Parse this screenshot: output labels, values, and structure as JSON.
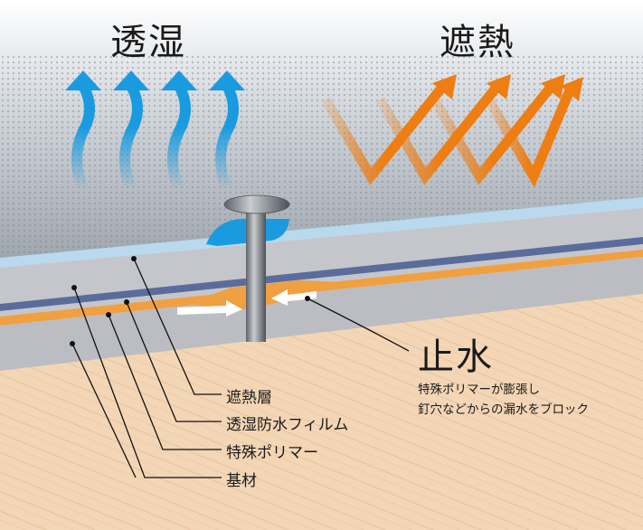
{
  "titles": {
    "moisture": "透湿",
    "heat": "遮熱",
    "water": "止水"
  },
  "water_desc": [
    "特殊ポリマーが膨張し",
    "釘穴などからの漏水をブロック"
  ],
  "layers": [
    "遮熱層",
    "透湿防水フィルム",
    "特殊ポリマー",
    "基材"
  ],
  "colors": {
    "moisture_arrow": "#1a9be0",
    "heat_arrow": "#ee7d12",
    "polymer": "#f0a040",
    "film": "#5a6c9c",
    "board": "#bdbdc2",
    "wood": "#f3d6b6"
  }
}
